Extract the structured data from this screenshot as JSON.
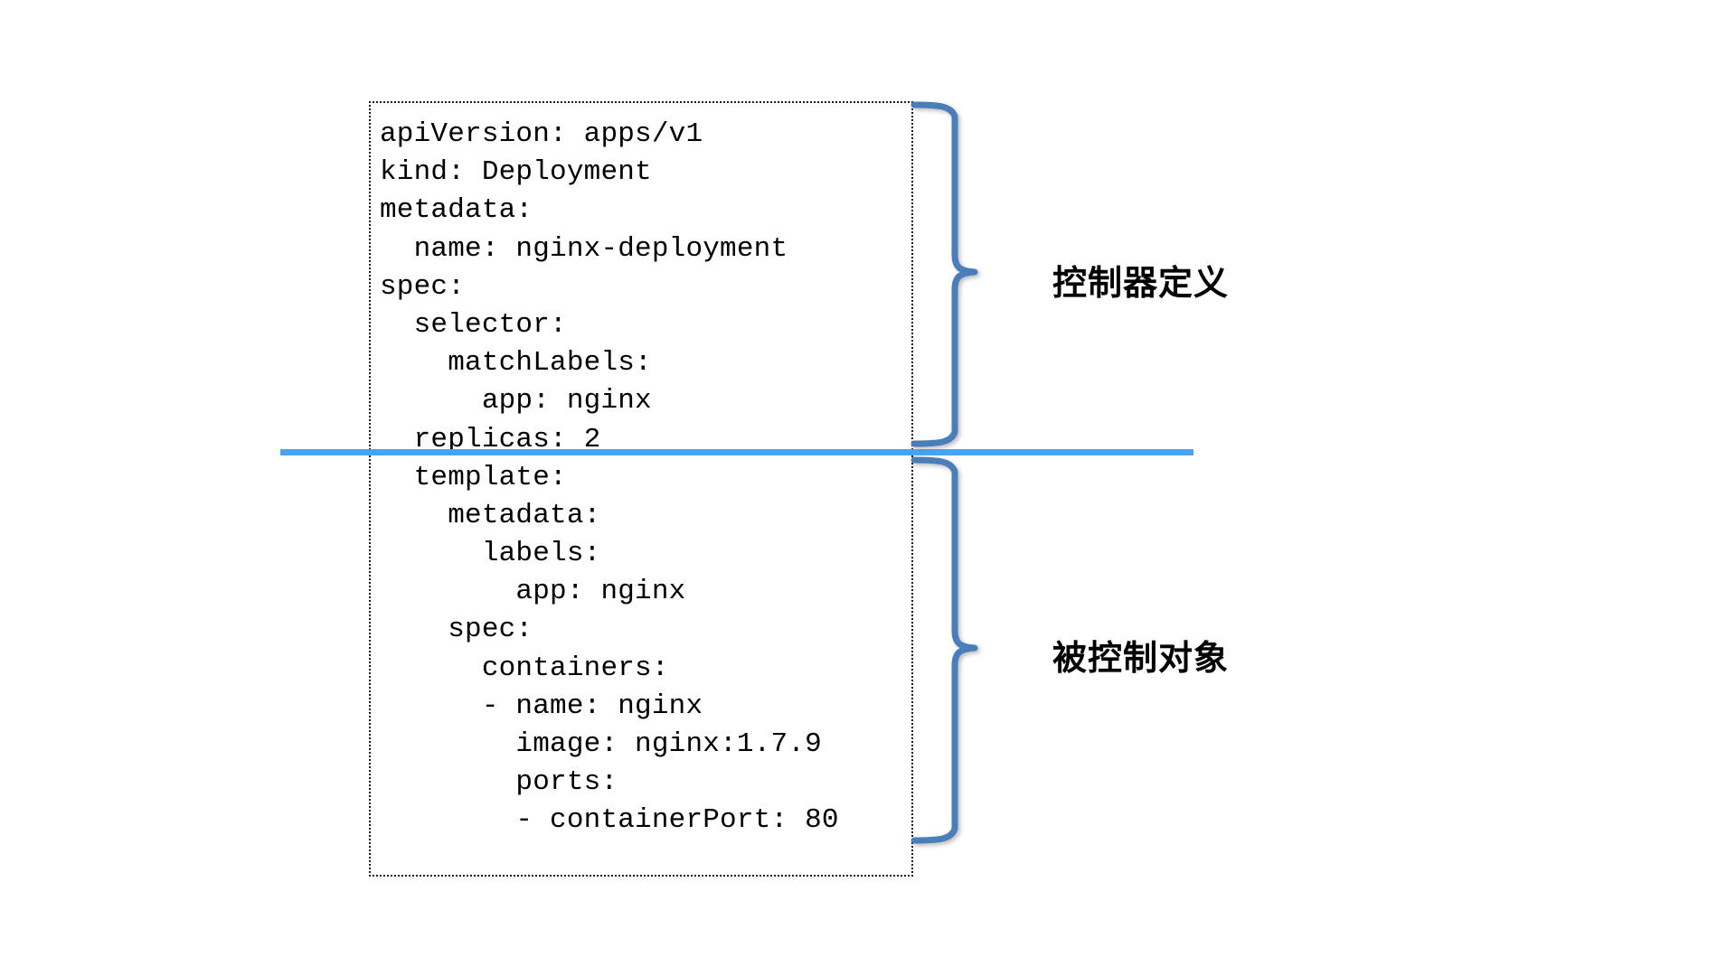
{
  "diagram": {
    "title": "Kubernetes Deployment YAML annotated diagram",
    "background_color": "#ffffff",
    "accent_line_color": "#4aa3ef",
    "brace_color": "#4a7ebb",
    "text_color": "#000000",
    "border_style": "dotted"
  },
  "code_box": {
    "name": "yaml-manifest",
    "language": "yaml",
    "border": "dotted",
    "lines": [
      "apiVersion: apps/v1",
      "kind: Deployment",
      "metadata:",
      "  name: nginx-deployment",
      "spec:",
      "  selector:",
      "    matchLabels:",
      "      app: nginx",
      "  replicas: 2",
      "  template:",
      "    metadata:",
      "      labels:",
      "        app: nginx",
      "    spec:",
      "      containers:",
      "      - name: nginx",
      "        image: nginx:1.7.9",
      "        ports:",
      "        - containerPort: 80"
    ]
  },
  "annotations": {
    "upper": {
      "label": "控制器定义",
      "covers_lines": "apiVersion: apps/v1 .. replicas: 2"
    },
    "lower": {
      "label": "被控制对象",
      "covers_lines": "template: .. - containerPort: 80"
    }
  },
  "divider": {
    "name": "section-divider",
    "color": "#4aa3ef"
  }
}
